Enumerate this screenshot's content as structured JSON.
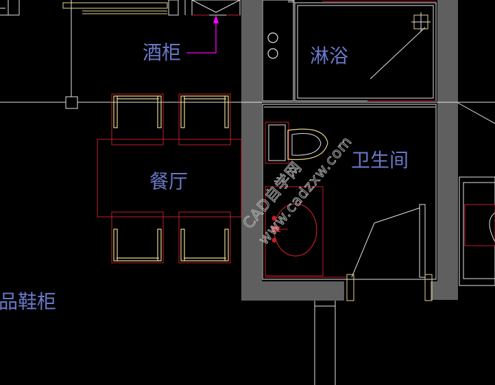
{
  "rooms": {
    "wine_cabinet": "酒柜",
    "shower": "淋浴",
    "bathroom": "卫生间",
    "dining": "餐厅",
    "shoe_cabinet": "成品鞋柜"
  },
  "watermark": {
    "line1": "CAD自学网",
    "line2": "www.cadzxw.com"
  },
  "colors": {
    "background": "#000000",
    "wall": "#5f5f5f",
    "label": "#6a78c8",
    "furniture_red": "#c0202a",
    "furniture_yellow": "#e8d890",
    "white_line": "#e6e6e6",
    "leader_magenta": "#ff00ff",
    "watermark": "#bfbfbf"
  }
}
